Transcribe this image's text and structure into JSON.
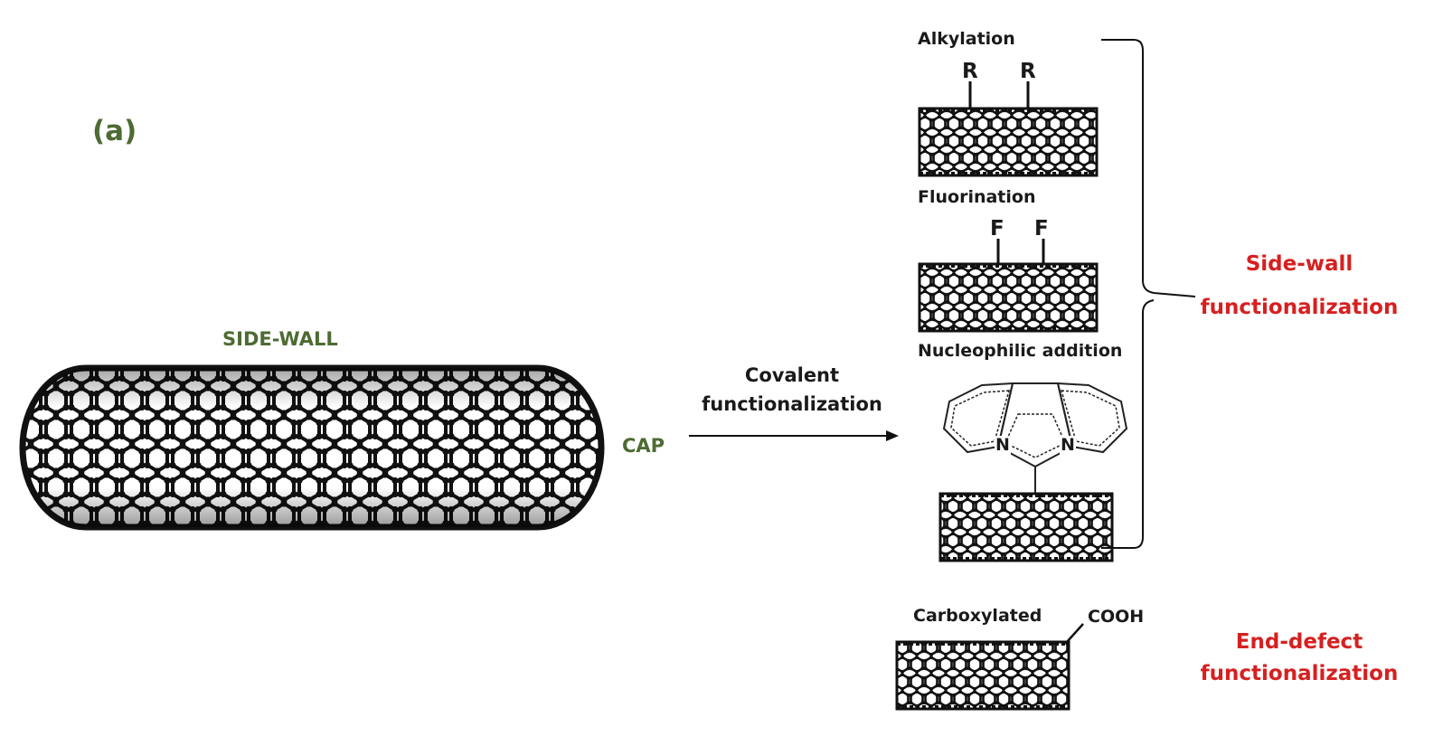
{
  "panel_label": "(a)",
  "nanotube": {
    "sidewall_label": "SIDE-WALL",
    "cap_label": "CAP"
  },
  "arrow": {
    "label_line1": "Covalent",
    "label_line2": "functionalization"
  },
  "sidewall_group": {
    "alkylation": {
      "title": "Alkylation",
      "group": "R"
    },
    "fluorination": {
      "title": "Fluorination",
      "group": "F"
    },
    "nucleophilic": {
      "title": "Nucleophilic addition",
      "atom": "N"
    },
    "category_line1": "Side-wall",
    "category_line2": "functionalization"
  },
  "end_group": {
    "carboxylated": {
      "title": "Carboxylated",
      "group": "COOH"
    },
    "category_line1": "End-defect",
    "category_line2": "functionalization"
  },
  "colors": {
    "green": "#4d6b33",
    "red": "#d62020",
    "black": "#1a1a1a"
  }
}
